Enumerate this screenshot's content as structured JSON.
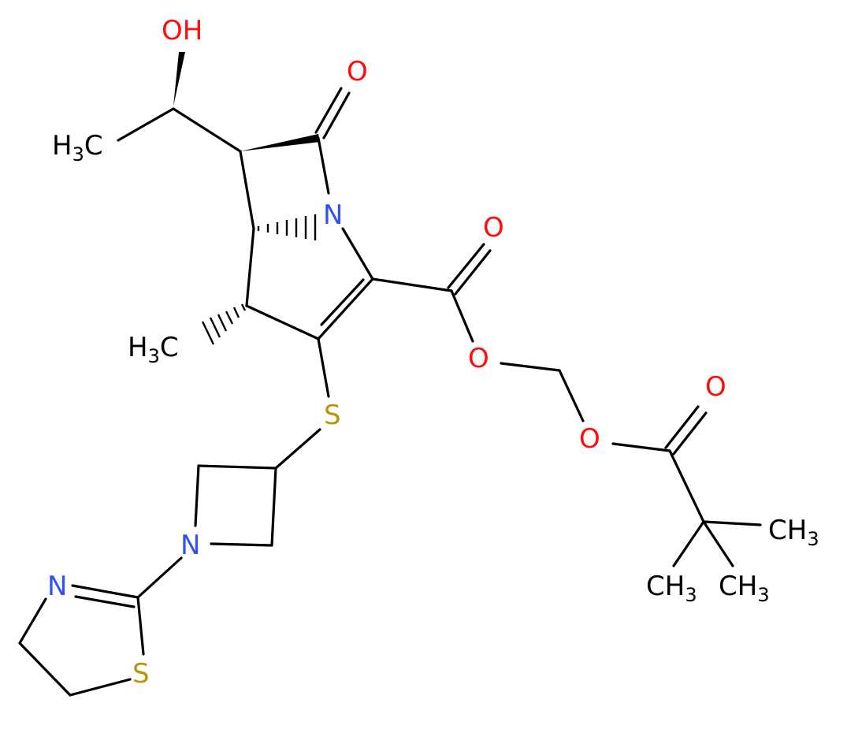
{
  "molecule": {
    "atom_labels": {
      "oh": "OH",
      "ch3_ethyl": "H3C",
      "ketone_o": "O",
      "n_ring": "N",
      "ester_carbonyl_o": "O",
      "ch3_ring": "H3C",
      "ester_o1": "O",
      "s_thio": "S",
      "ester_o2": "O",
      "pivaloyl_o": "O",
      "azetidine_n": "N",
      "thiazoline_n": "N",
      "thiazoline_s": "S",
      "ch3_a": "CH3",
      "ch3_b": "CH3",
      "ch3_c": "CH3"
    },
    "colors": {
      "oxygen": "#ff0d0d",
      "nitrogen": "#3050f8",
      "sulfur": "#b8960c",
      "carbon": "#000000"
    }
  }
}
